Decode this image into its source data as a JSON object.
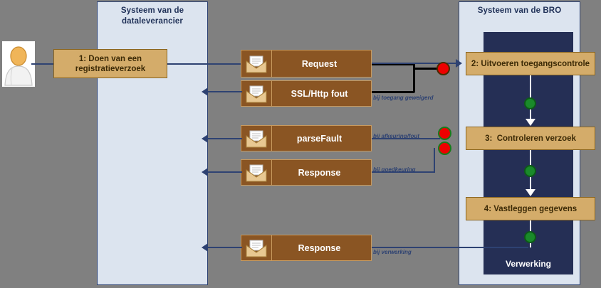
{
  "lanes": [
    {
      "id": "dataleverancier",
      "title": "Systeem van de\ndataleverancier"
    },
    {
      "id": "bro",
      "title": "Systeem van de BRO"
    }
  ],
  "lane_titles": {
    "supplier_line1": "Systeem van de",
    "supplier_line2": "dataleverancier",
    "bro": "Systeem van de BRO"
  },
  "band": {
    "label": "Verwerking"
  },
  "actor": {
    "name": "actor-icon"
  },
  "messages": [
    {
      "id": "request",
      "label": "Request",
      "icon": "envelope-icon"
    },
    {
      "id": "ssl-http-fout",
      "label": "SSL/Http fout",
      "icon": "envelope-icon"
    },
    {
      "id": "parsefault",
      "label": "parseFault",
      "icon": "envelope-icon"
    },
    {
      "id": "response-1",
      "label": "Response",
      "icon": "envelope-icon"
    },
    {
      "id": "response-2",
      "label": "Response",
      "icon": "envelope-icon"
    }
  ],
  "start_activity": {
    "line1": "1: Doen van een",
    "line2": "registratieverzoek"
  },
  "processes": [
    {
      "id": "step2",
      "label": "2: Uitvoeren toegangscontrole"
    },
    {
      "id": "step3",
      "label": "3:  Controleren verzoek"
    },
    {
      "id": "step4",
      "label": "4: Vastleggen gegevens"
    }
  ],
  "notes": [
    {
      "id": "note-toegang",
      "text": "bij toegang geweigerd"
    },
    {
      "id": "note-afkeuring",
      "text": "bij afkeuring/fout"
    },
    {
      "id": "note-goedkeuring",
      "text": "bij goedkeuring"
    },
    {
      "id": "note-verwerking",
      "text": "bij verwerking"
    }
  ],
  "colors": {
    "canvas": "#808080",
    "lane_fill": "#dce4ef",
    "lane_border": "#2e4272",
    "band_fill": "#252f55",
    "message_fill": "#8a5523",
    "message_border": "#c89a5e",
    "process_fill": "#d4ac6a",
    "process_border": "#8a6520",
    "connector": "#2e4272",
    "dot_red": "#ee0000",
    "dot_green": "#1a8a2a"
  }
}
